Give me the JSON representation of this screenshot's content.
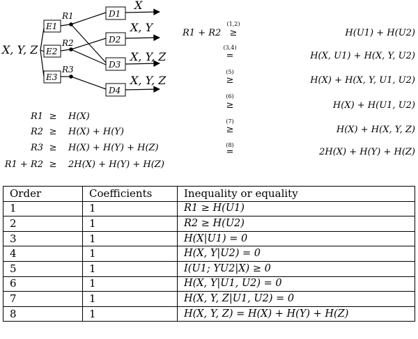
{
  "network": {
    "source_label": "X, Y, Z",
    "encoders": [
      "E1",
      "E2",
      "E3"
    ],
    "rates": [
      "R1",
      "R2",
      "R3"
    ],
    "decoders": [
      "D1",
      "D2",
      "D3",
      "D4"
    ],
    "decoder_outputs": [
      "X",
      "X, Y",
      "X, Y, Z",
      "X, Y, Z"
    ]
  },
  "rate_bounds": [
    {
      "lhs": "R1",
      "rel": "≥",
      "rhs": "H(X)"
    },
    {
      "lhs": "R2",
      "rel": "≥",
      "rhs": "H(X) + H(Y)"
    },
    {
      "lhs": "R3",
      "rel": "≥",
      "rhs": "H(X) + H(Y) + H(Z)"
    },
    {
      "lhs": "R1 + R2",
      "rel": "≥",
      "rhs": "2H(X) + H(Y) + H(Z)"
    }
  ],
  "derivation": {
    "lhs": "R1 + R2",
    "steps": [
      {
        "rel": "≥",
        "tag": "(1,2)",
        "rhs": "H(U1) + H(U2)"
      },
      {
        "rel": "=",
        "tag": "(3,4)",
        "rhs": "H(X, U1) + H(X, Y, U2)"
      },
      {
        "rel": "≥",
        "tag": "(5)",
        "rhs": "H(X) + H(X, Y, U1, U2)"
      },
      {
        "rel": "≥",
        "tag": "(6)",
        "rhs": "H(X) + H(U1, U2)"
      },
      {
        "rel": "≥",
        "tag": "(7)",
        "rhs": "H(X) + H(X, Y, Z)"
      },
      {
        "rel": "=",
        "tag": "(8)",
        "rhs": "2H(X) + H(Y) + H(Z)"
      }
    ]
  },
  "table": {
    "headers": [
      "Order",
      "Coefficients",
      "Inequality or equality"
    ],
    "rows": [
      [
        "1",
        "1",
        "R1 ≥ H(U1)"
      ],
      [
        "2",
        "1",
        "R2 ≥ H(U2)"
      ],
      [
        "3",
        "1",
        "H(X|U1) = 0"
      ],
      [
        "4",
        "1",
        "H(X, Y|U2) = 0"
      ],
      [
        "5",
        "1",
        "I(U1; YU2|X) ≥ 0"
      ],
      [
        "6",
        "1",
        "H(X, Y|U1, U2) = 0"
      ],
      [
        "7",
        "1",
        "H(X, Y, Z|U1, U2) = 0"
      ],
      [
        "8",
        "1",
        "H(X, Y, Z) = H(X) + H(Y) + H(Z)"
      ]
    ]
  }
}
